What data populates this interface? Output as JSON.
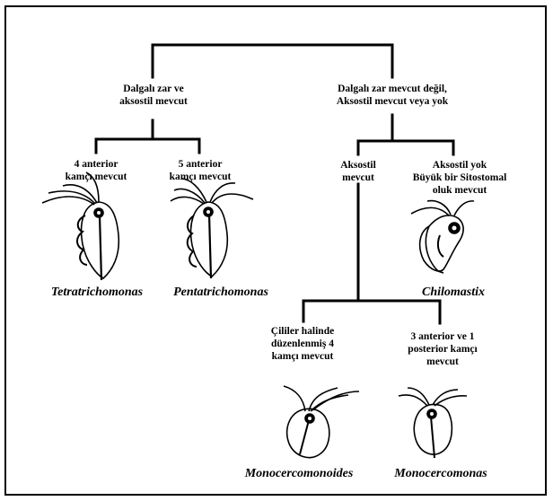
{
  "nodes": {
    "left_branch": [
      "Dalgalı zar ve",
      "aksostil mevcut"
    ],
    "right_branch": [
      "Dalgalı zar mevcut değil,",
      "Aksostil mevcut veya yok"
    ],
    "four_flagella": [
      "4 anterior",
      "kamçı mevcut"
    ],
    "five_flagella": [
      "5 anterior",
      "kamçı mevcut"
    ],
    "axostyle_present": [
      "Aksostil",
      "mevcut"
    ],
    "axostyle_absent": [
      "Aksostil yok",
      "Büyük bir Sitostomal",
      "oluk mevcut"
    ],
    "cilia_flagella": [
      "Çililer halinde",
      "düzenlenmiş 4",
      "kamçı mevcut"
    ],
    "three_one_flagella": [
      "3 anterior ve 1",
      "posterior kamçı",
      "mevcut"
    ]
  },
  "genera": {
    "tetratrichomonas": "Tetratrichomonas",
    "pentatrichomonas": "Pentatrichomonas",
    "chilomastix": "Chilomastix",
    "monocercomonoides": "Monocercomonoides",
    "monocercomonas": "Monocercomonas"
  },
  "colors": {
    "ink": "#000000",
    "background": "#ffffff"
  }
}
